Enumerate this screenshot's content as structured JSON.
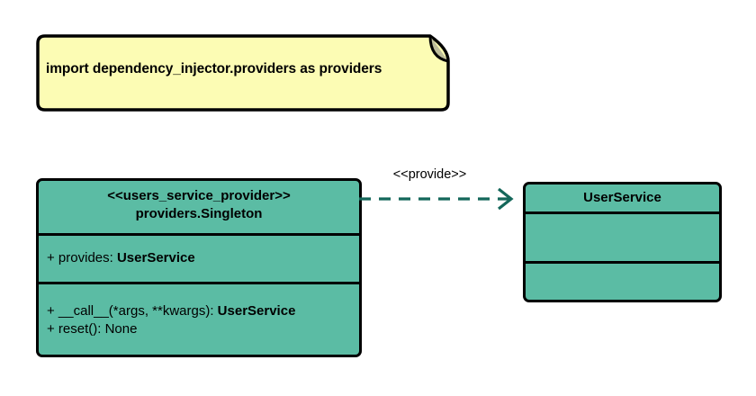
{
  "diagram": {
    "type": "uml-class-diagram",
    "background_color": "#FFFFFF",
    "note": {
      "text": "import dependency_injector.providers as providers",
      "fill_color": "#FCFCB4",
      "border_color": "#000000",
      "fold_color": "#BDBD9A"
    },
    "classes": [
      {
        "id": "users-service-provider",
        "stereotype": "<<users_service_provider>>",
        "name": "providers.Singleton",
        "fill_color": "#5BBCA4",
        "border_color": "#000000",
        "attributes": [
          {
            "visibility": "+",
            "label": "+ provides: ",
            "type": "UserService"
          }
        ],
        "methods": [
          {
            "visibility": "+",
            "label": "+ __call__(*args, **kwargs): ",
            "type": "UserService"
          },
          {
            "visibility": "+",
            "label": "+ reset(): None",
            "type": ""
          }
        ]
      },
      {
        "id": "user-service",
        "stereotype": "",
        "name": "UserService",
        "fill_color": "#5BBCA4",
        "border_color": "#000000",
        "attributes": [],
        "methods": []
      }
    ],
    "relationship": {
      "label": "<<provide>>",
      "style": "dashed",
      "arrow": "open",
      "color": "#14675A",
      "source": "users-service-provider",
      "target": "user-service"
    }
  }
}
